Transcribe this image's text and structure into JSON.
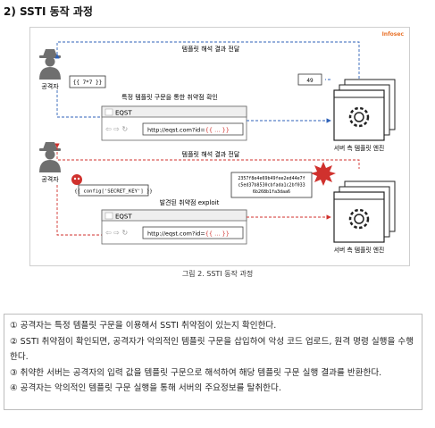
{
  "heading": "2) SSTI 동작 과정",
  "figure": {
    "brand": "Infosec",
    "top_arrow_label": "템플릿 해석 결과 전달",
    "attacker_label_1": "공격자",
    "payload_1": "{{ 7*7 }}",
    "result_1": "49",
    "probe_label": "특정 템플릿 구문을 통한 취약점 확인",
    "browser_1": {
      "tab": "EQST",
      "url_prefix": "http://eqst.com?id=",
      "url_payload": "{{ … }}"
    },
    "server_label_1": "서버 측 템플릿 엔진",
    "mid_arrow_label": "템플릿 해석 결과 전달",
    "attacker_label_2": "공격자",
    "payload_2": "{{ config['SECRET_KEY'] }}",
    "secret_lines": [
      "2357f8e4e69b49fee2ed44e7f",
      "c5ed37b8530cbfada1c2bf033",
      "6b268b1fa3daa6"
    ],
    "exploit_label": "발견된 취약점 exploit",
    "browser_2": {
      "tab": "EQST",
      "url_prefix": "http://eqst.com?id=",
      "url_payload": "{{ … }}"
    },
    "server_label_2": "서버 측 템플릿 엔진"
  },
  "caption": "그림 2. SSTI 동작 과정",
  "steps": [
    "① 공격자는 특정 템플릿 구문을 이용해서 SSTI 취약점이 있는지 확인한다.",
    "② SSTI 취약점이 확인되면, 공격자가 악의적인 템플릿 구문을 삽입하여 악성 코드 업로드, 원격 명령 실행을 수행한다.",
    "③ 취약한 서버는 공격자의 입력 값을 템플릿 구문으로 해석하여 해당 템플릿 구문 실행 결과를 반환한다.",
    "④ 공격자는 악의적인 템플릿 구문 실행을 통해 서버의 주요정보를 탈취한다."
  ],
  "colors": {
    "blue_arrow": "#2f62b8",
    "red_arrow": "#d0312d",
    "brand": "#e8722a",
    "payload": "#d0312d"
  }
}
